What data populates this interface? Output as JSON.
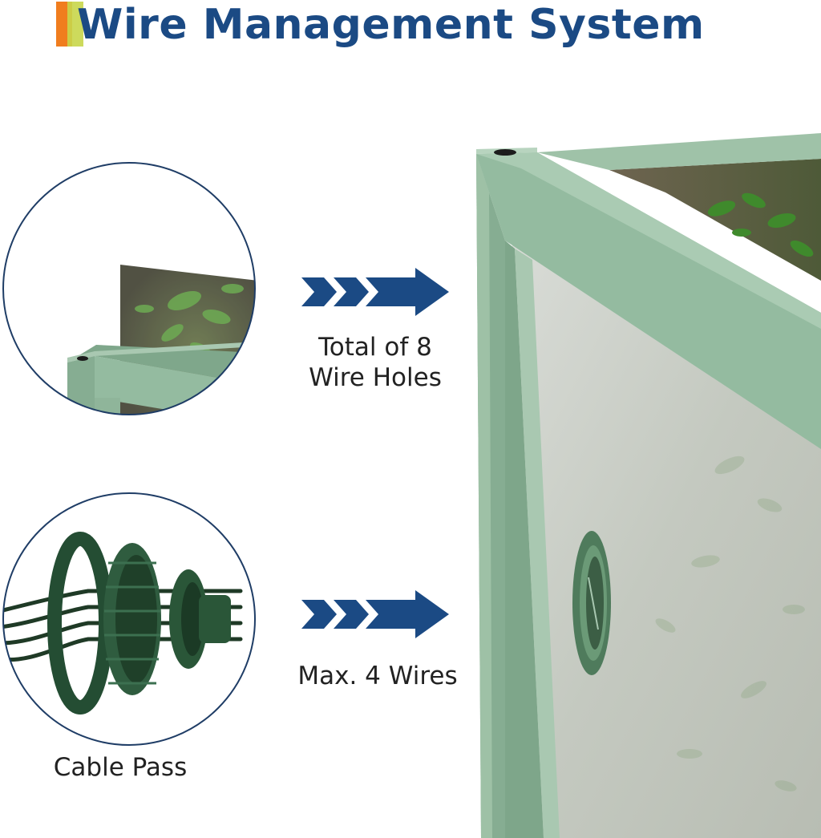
{
  "header": {
    "title": "Wire Management System"
  },
  "callouts": {
    "holes_line1": "Total of 8",
    "holes_line2": "Wire Holes",
    "wires": "Max. 4 Wires",
    "cable_caption": "Cable Pass"
  },
  "colors": {
    "title": "#1b4a84",
    "arrow": "#1b4a84",
    "frame_green": "#8fb59a",
    "circle_border": "#1f3d66",
    "accent_orange": "#f07d1e",
    "accent_lime": "#c8d64a"
  },
  "icons": [
    "triple-chevron-arrow-icon",
    "cable-pass-grommet-icon"
  ]
}
